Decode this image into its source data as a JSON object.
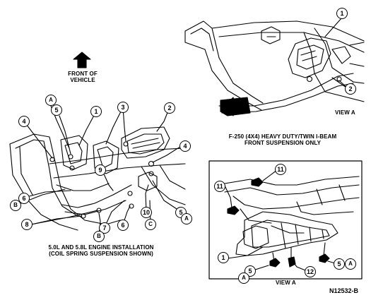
{
  "labels": {
    "front_of_vehicle_1": "FRONT OF",
    "front_of_vehicle_2": "VEHICLE",
    "view_a_top": "VIEW A",
    "view_a_inset": "VIEW A",
    "f250_line1": "F-250 (4X4) HEAVY DUTY/TWIN I-BEAM",
    "f250_line2": "FRONT SUSPENSION ONLY",
    "engine_line1": "5.0L AND 5.8L ENGINE INSTALLATION",
    "engine_line2": "(COIL SPRING SUSPENSION SHOWN)",
    "figure_ref": "N12532-B"
  },
  "callouts": {
    "top_1": "1",
    "top_2": "2",
    "main_A_1": "A",
    "main_5_1": "5",
    "main_1": "1",
    "main_3": "3",
    "main_2": "2",
    "main_4_left": "4",
    "main_4_right": "4",
    "main_9": "9",
    "main_B_1": "B",
    "main_6_1": "6",
    "main_8": "8",
    "main_7": "7",
    "main_B_2": "B",
    "main_6_2": "6",
    "main_10": "10",
    "main_C": "C",
    "main_5_2": "5",
    "main_A_2": "A",
    "inset_11_top": "11",
    "inset_11_left": "11",
    "inset_1": "1",
    "inset_5_left": "5",
    "inset_A_left": "A",
    "inset_12": "12",
    "inset_5_right": "5",
    "inset_A_right": "A"
  },
  "colors": {
    "line": "#000000",
    "background": "#ffffff"
  }
}
